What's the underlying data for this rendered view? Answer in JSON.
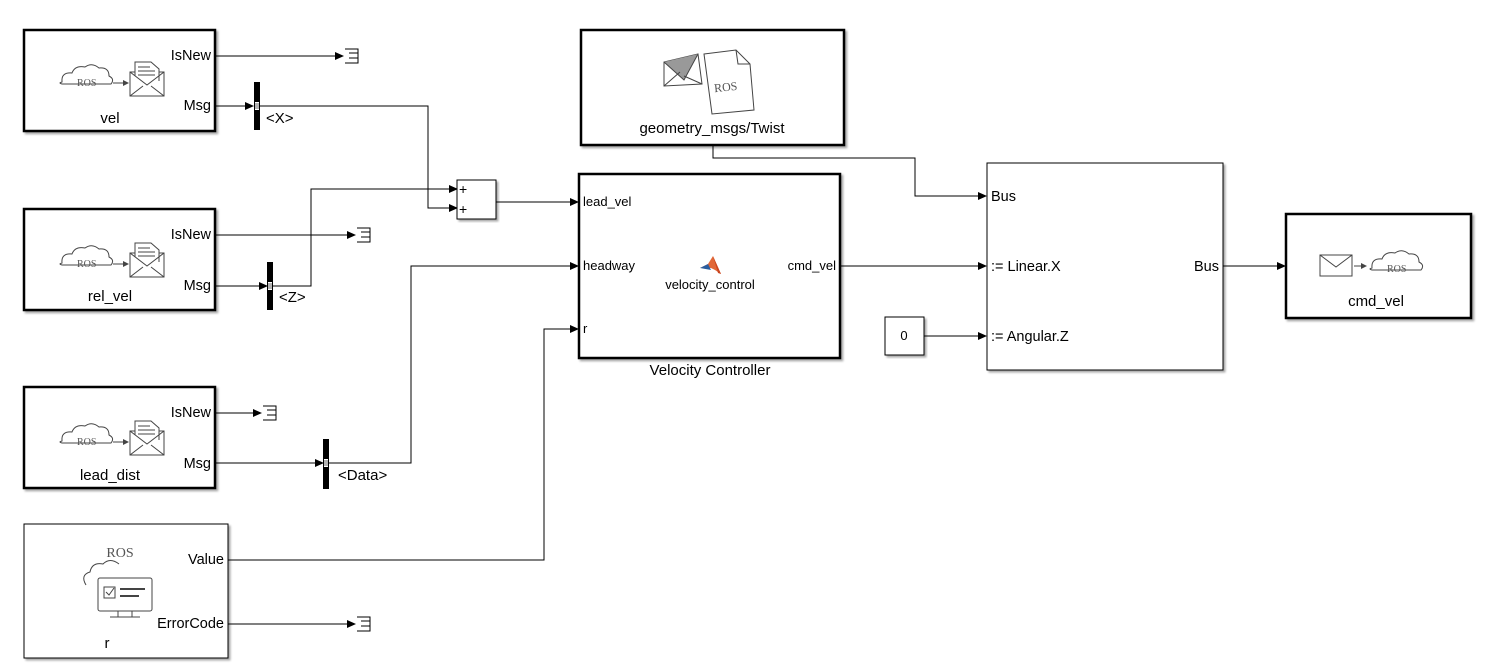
{
  "subscribers": [
    {
      "caption": "vel",
      "ports": [
        "IsNew",
        "Msg"
      ],
      "selector": "<X>"
    },
    {
      "caption": "rel_vel",
      "ports": [
        "IsNew",
        "Msg"
      ],
      "selector": "<Z>"
    },
    {
      "caption": "lead_dist",
      "ports": [
        "IsNew",
        "Msg"
      ],
      "selector": "<Data>"
    }
  ],
  "param_block": {
    "caption": "r",
    "icon_label": "ROS",
    "ports": [
      "Value",
      "ErrorCode"
    ]
  },
  "ros_icon_label": "ROS",
  "sum_block": {
    "signs": [
      "+",
      "+"
    ]
  },
  "blank_message": {
    "caption": "geometry_msgs/Twist",
    "icon_label": "ROS"
  },
  "controller": {
    "caption": "Velocity Controller",
    "function_name": "velocity_control",
    "inputs": [
      "lead_vel",
      "headway",
      "r"
    ],
    "output": "cmd_vel"
  },
  "constant": {
    "value": "0"
  },
  "bus_assignment": {
    "inputs": [
      "Bus",
      ":= Linear.X",
      ":= Angular.Z"
    ],
    "output": "Bus"
  },
  "publisher": {
    "caption": "cmd_vel",
    "icon_label": "ROS"
  },
  "colors": {
    "line": "#000000",
    "block_fill": "#ffffff",
    "matlab_orange": "#e16737",
    "matlab_blue": "#2a5d9f"
  }
}
